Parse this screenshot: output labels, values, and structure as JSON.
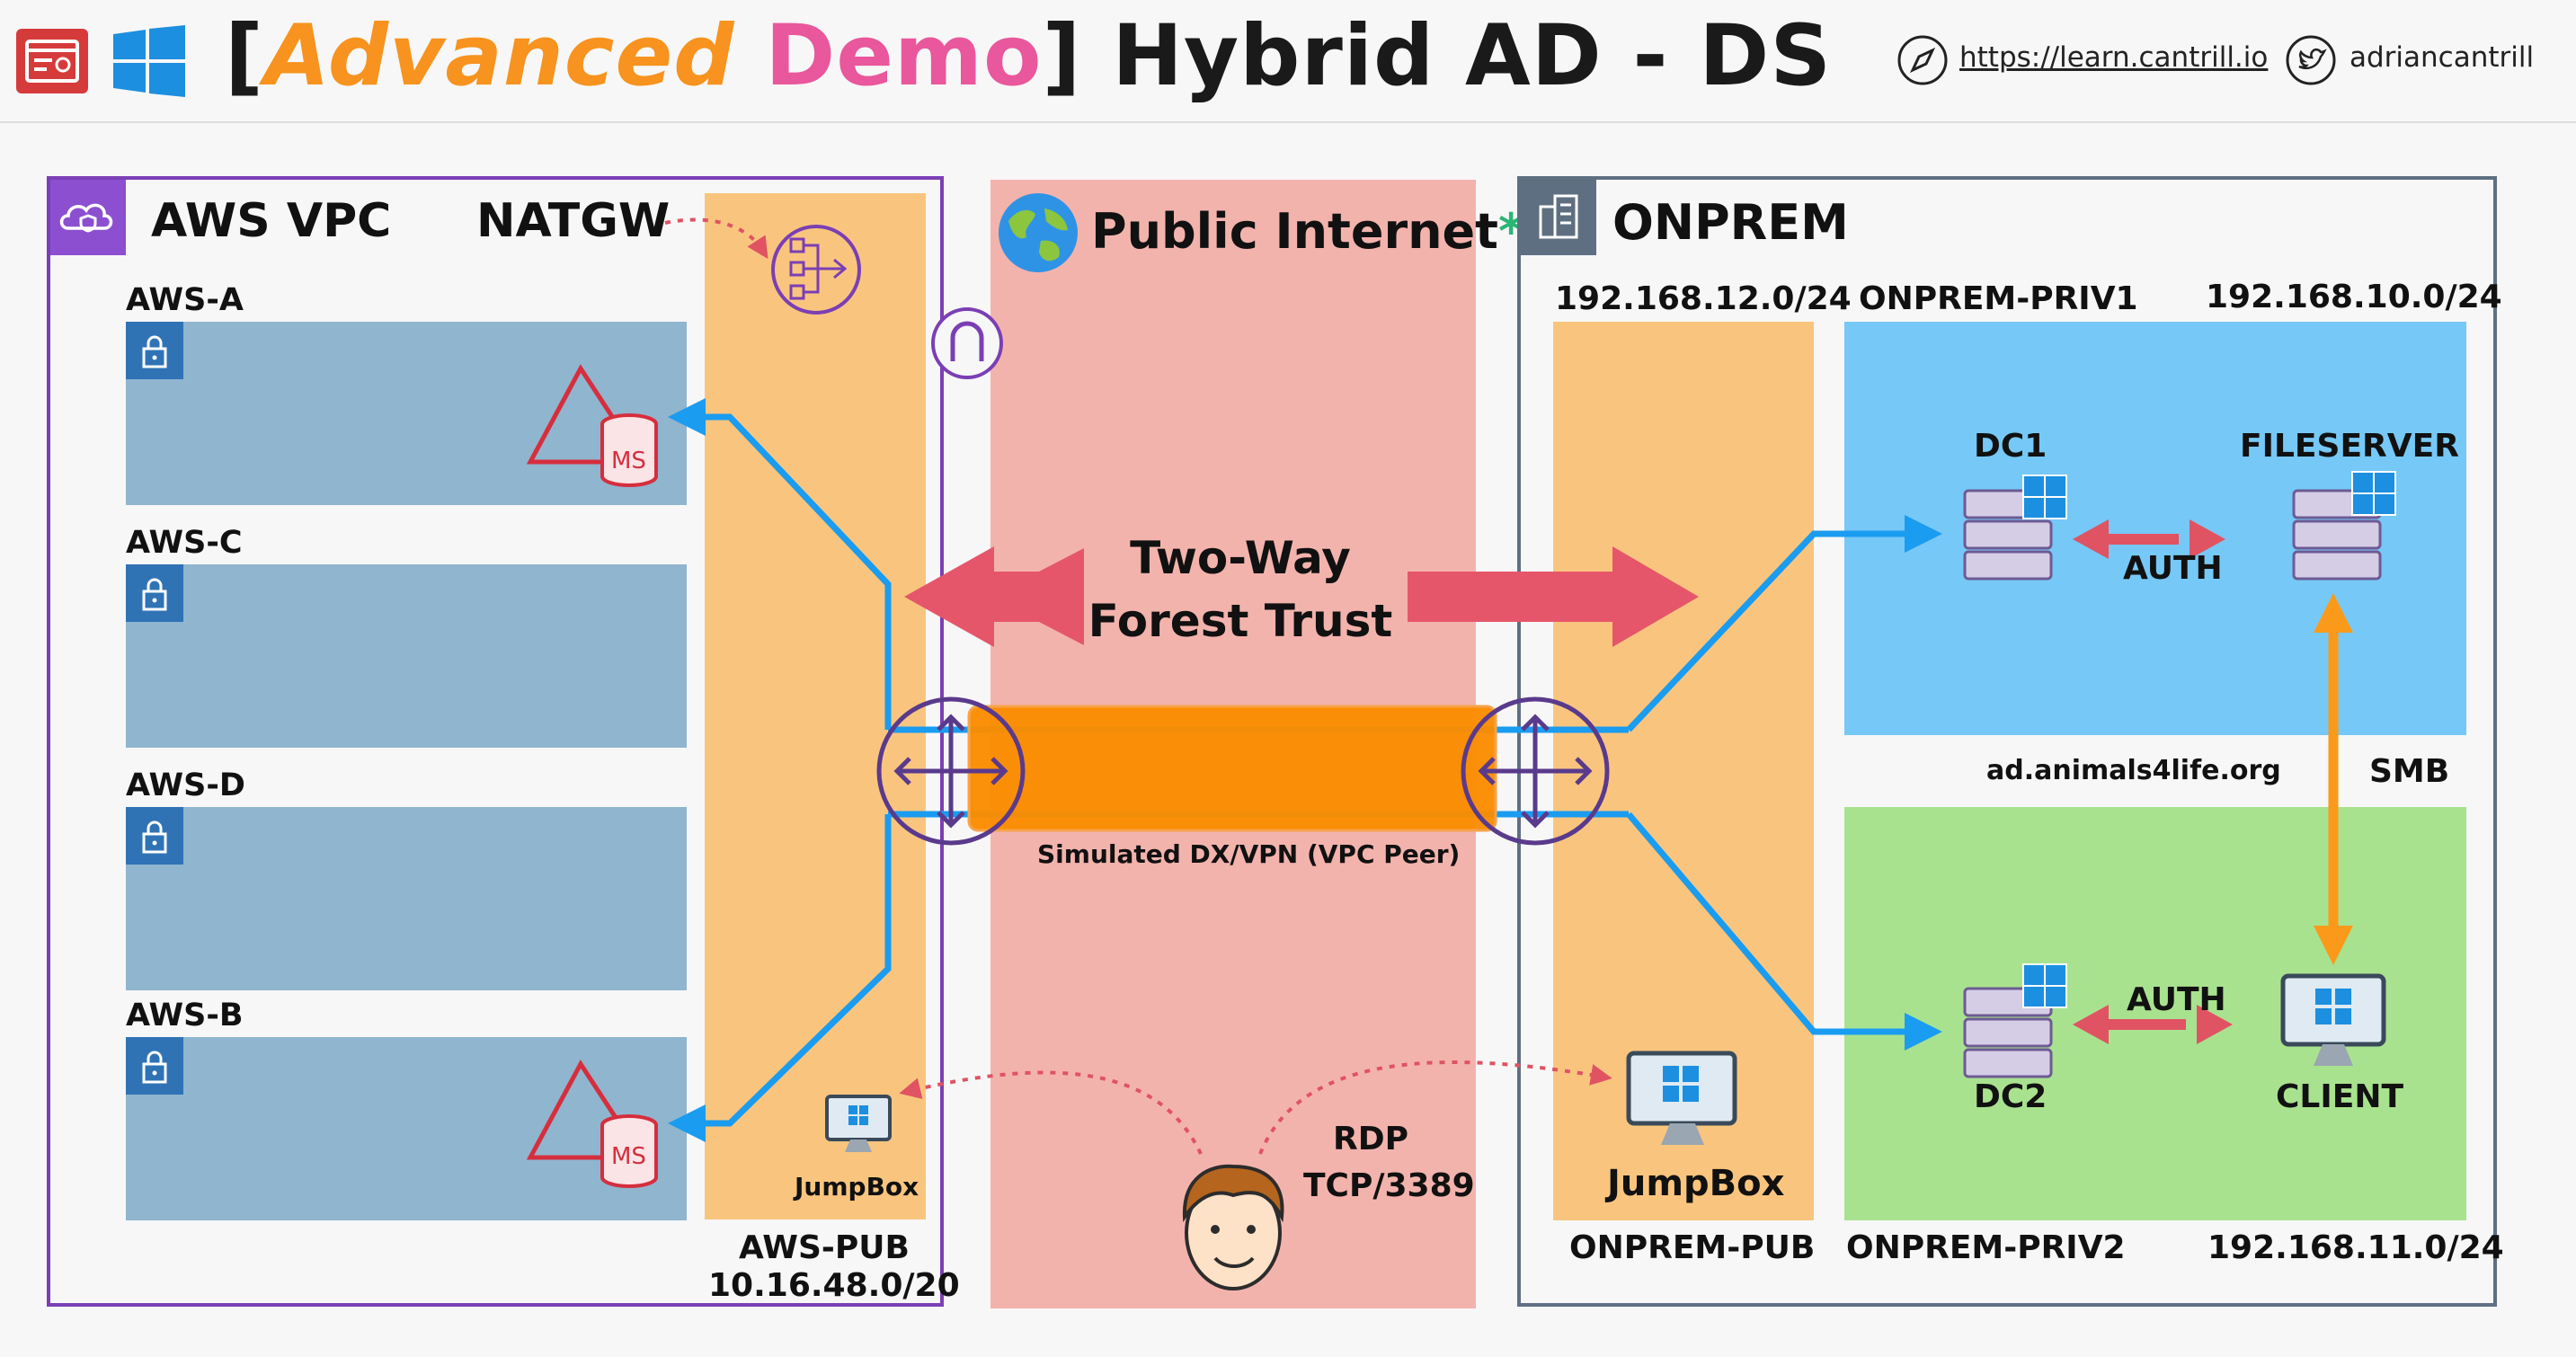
{
  "header": {
    "bracket_open": "[",
    "advanced": "Advanced",
    "demo": "Demo",
    "bracket_close_title": "] Hybrid AD - DS",
    "link": "https://learn.cantrill.io",
    "twitter": "adriancantrill"
  },
  "aws": {
    "title": "AWS VPC",
    "natgw": "NATGW",
    "subnets": [
      "AWS-A",
      "AWS-C",
      "AWS-D",
      "AWS-B"
    ],
    "ms_label": "MS",
    "pub_name": "AWS-PUB",
    "pub_cidr": "10.16.48.0/20",
    "jumpbox": "JumpBox"
  },
  "internet": {
    "title": "Public Internet",
    "asterisk": "*",
    "trust_line1": "Two-Way",
    "trust_line2": "Forest Trust",
    "dx": "Simulated DX/VPN (VPC Peer)",
    "rdp1": "RDP",
    "rdp2": "TCP/3389"
  },
  "onprem": {
    "title": "ONPREM",
    "pub_cidr": "192.168.12.0/24",
    "priv1_name": "ONPREM-PRIV1",
    "priv1_cidr": "192.168.10.0/24",
    "dc1": "DC1",
    "fileserver": "FILESERVER",
    "auth1": "AUTH",
    "domain": "ad.animals4life.org",
    "smb": "SMB",
    "auth2": "AUTH",
    "dc2": "DC2",
    "client": "CLIENT",
    "jumpbox": "JumpBox",
    "pub_name": "ONPREM-PUB",
    "priv2_name": "ONPREM-PRIV2",
    "priv2_cidr": "192.168.11.0/24"
  },
  "colors": {
    "aws_border": "#7b3fb5",
    "subnet": "#8fb5cf",
    "public_subnet": "#f9c57e",
    "internet": "#f3b3ad",
    "priv1": "#76c8f6",
    "priv2": "#a9e28f",
    "connection": "#1a9cf0",
    "trust_arrow": "#e6566a",
    "dx": "#fb8c00",
    "smb": "#fb9a1a",
    "rdp_dotted": "#e05363"
  }
}
